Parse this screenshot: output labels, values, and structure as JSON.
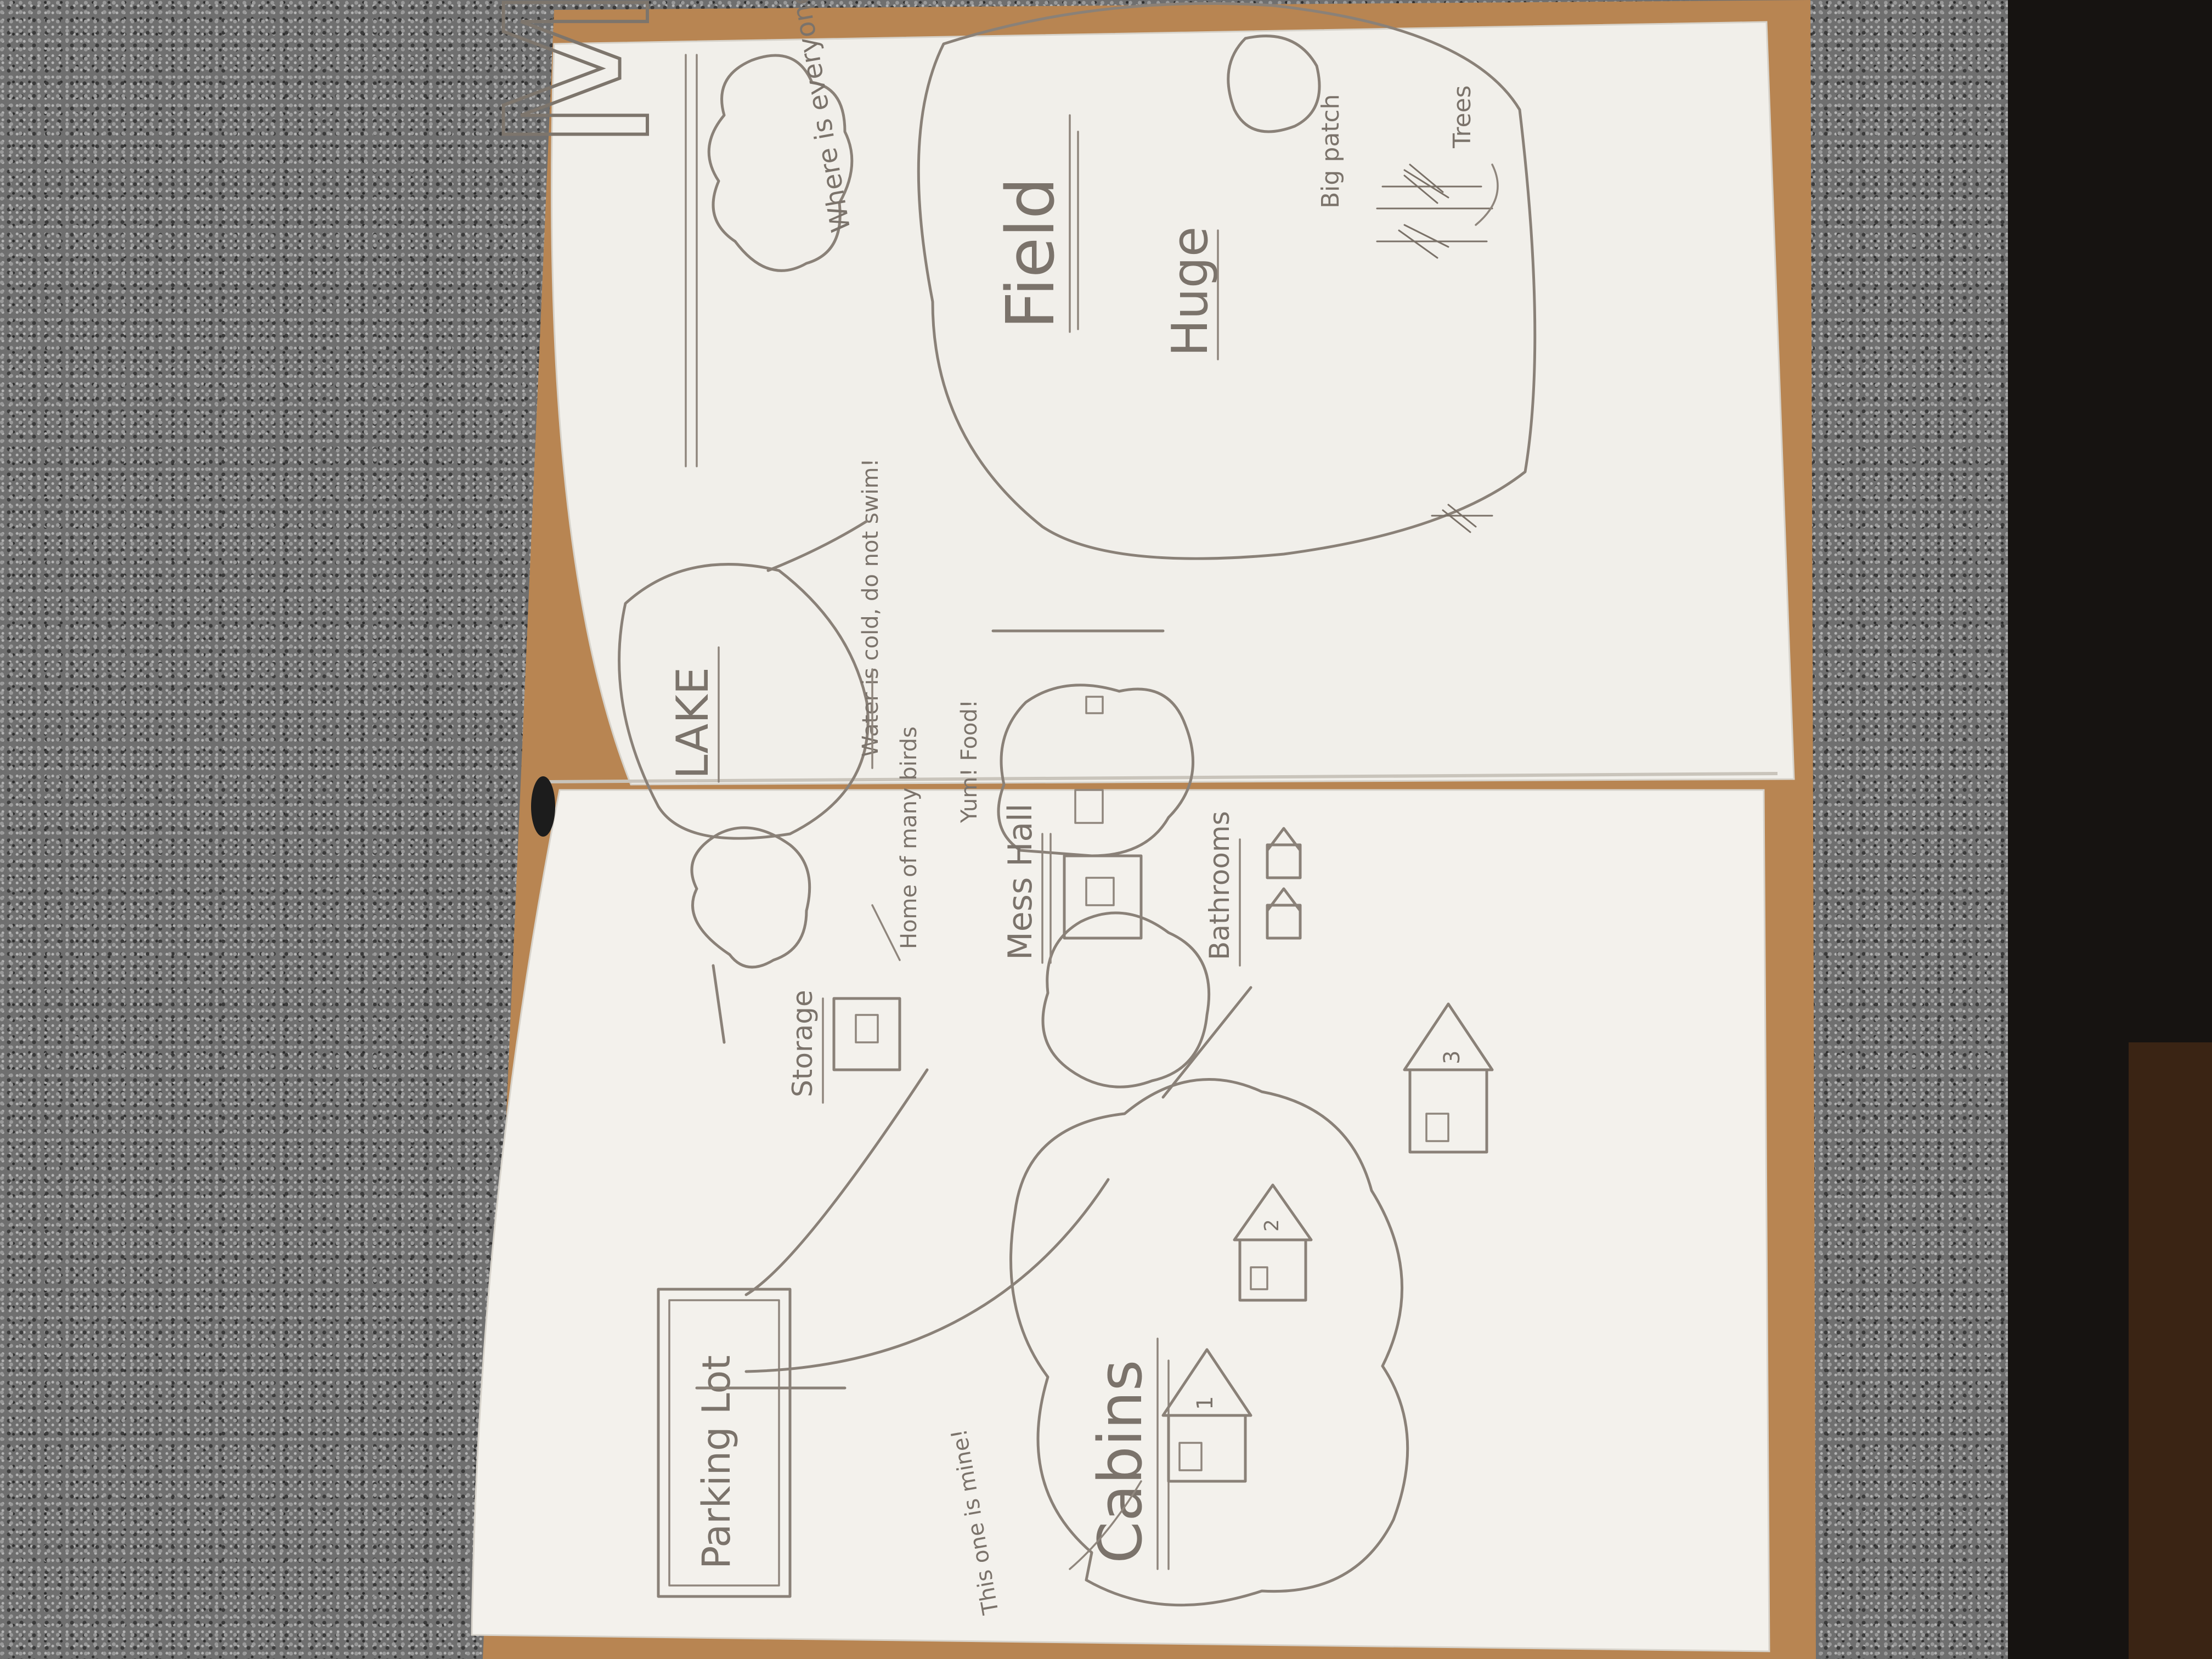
{
  "map": {
    "title": "MAP",
    "question": "Where is everyone?",
    "field": {
      "label": "Field",
      "sub": "Huge",
      "patch": "Big patch",
      "trees": "Trees"
    },
    "lake": {
      "label": "LAKE",
      "note": "Water is cold, do not swim!"
    },
    "food_note": "Yum! Food!",
    "birds_note": "Home of many birds",
    "mess_hall": "Mess Hall",
    "bathrooms": "Bathrooms",
    "storage": "Storage",
    "parking_lot": "Parking Lot",
    "cabins": {
      "label": "Cabins",
      "mine_note": "This one is mine!",
      "numbers": [
        "1",
        "2",
        "3"
      ]
    }
  }
}
